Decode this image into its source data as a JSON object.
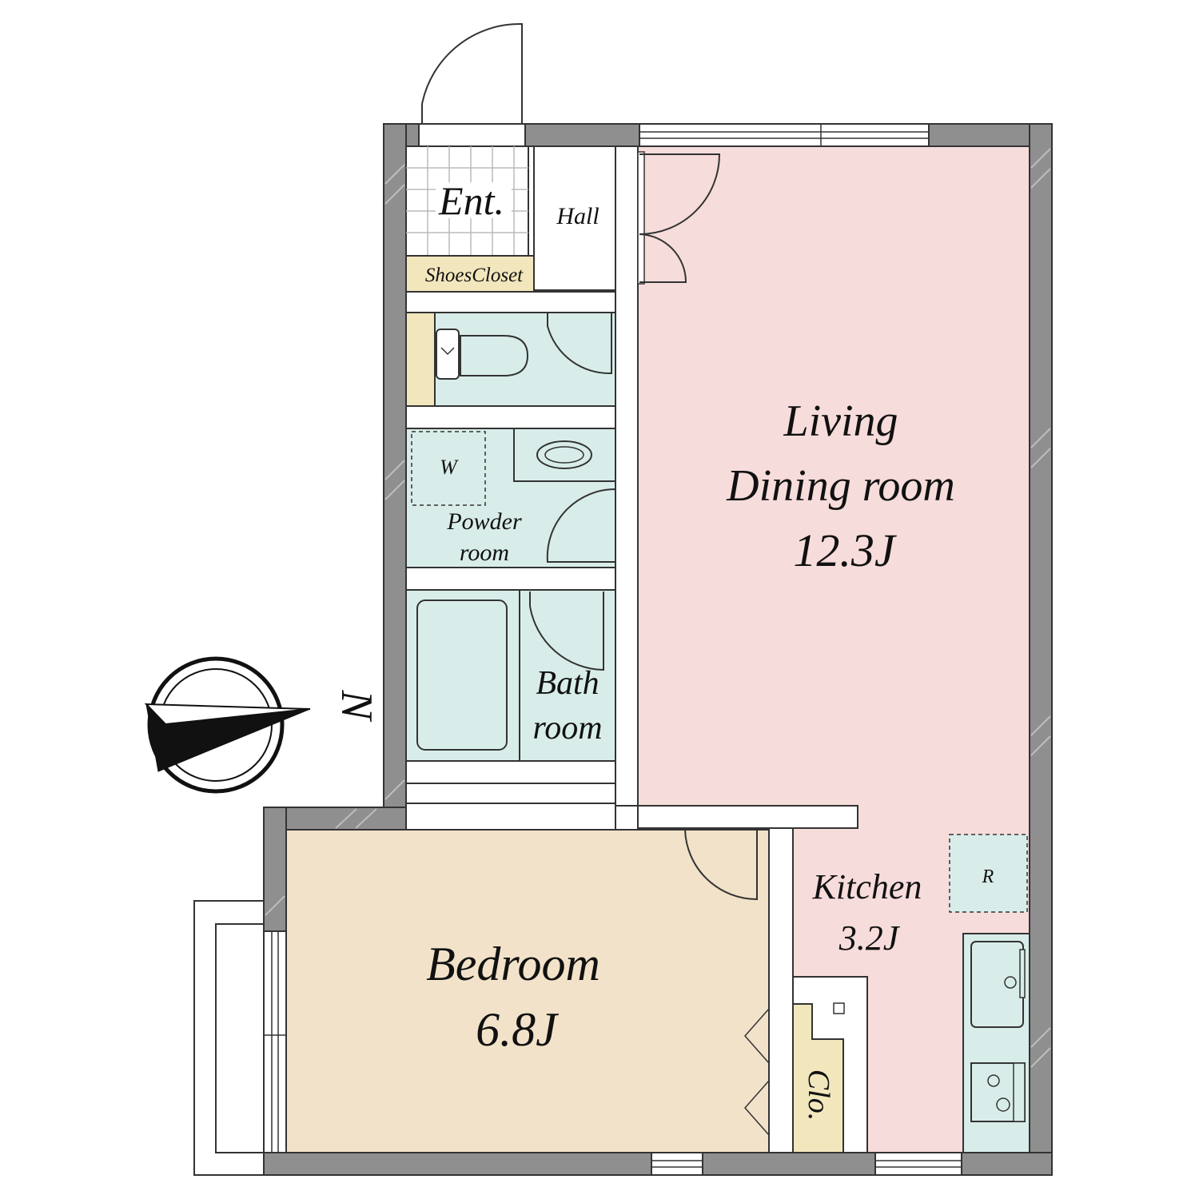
{
  "rooms": {
    "entrance": "Ent.",
    "hall": "Hall",
    "shoes_closet": "ShoesCloset",
    "living_line1": "Living",
    "living_line2": "Dining room",
    "living_size": "12.3J",
    "powder_line1": "Powder",
    "powder_line2": "room",
    "washer": "W",
    "bath_line1": "Bath",
    "bath_line2": "room",
    "kitchen": "Kitchen",
    "kitchen_size": "3.2J",
    "refrigerator": "R",
    "bedroom": "Bedroom",
    "bedroom_size": "6.8J",
    "closet": "Clo."
  },
  "compass": {
    "north_label": "N"
  },
  "colors": {
    "living": "#f6dcdb",
    "bedroom": "#f2e2c9",
    "wet_area": "#d8ede9",
    "closet": "#f2e6bd",
    "wall": "#8f8f8f"
  }
}
